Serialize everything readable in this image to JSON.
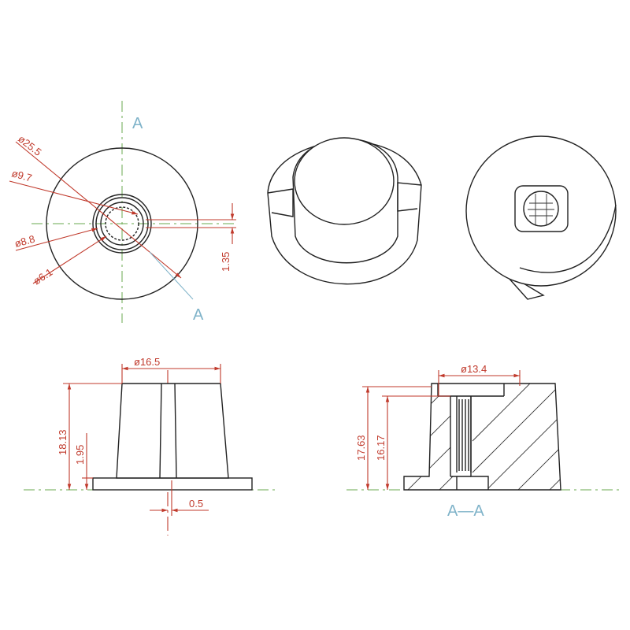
{
  "colors": {
    "outline": "#222222",
    "dimension": "#c0392b",
    "centerline": "#6aa84f",
    "section_mark": "#7fb3c9"
  },
  "front_view": {
    "section_label_top": "A",
    "section_label_bottom": "A",
    "dimensions": {
      "outer_diameter": "ø25.5",
      "ring_diameter": "ø9.7",
      "bore_diameter": "ø8.8",
      "spline_diameter": "ø6.1",
      "slot_width": "1.35"
    }
  },
  "side_view": {
    "dimensions": {
      "top_diameter": "ø16.5",
      "height": "18.13",
      "flange_height": "1.95",
      "slot_width": "0.5"
    }
  },
  "section_view": {
    "title": "A—A",
    "dimensions": {
      "bore_diameter": "ø13.4",
      "total_height": "17.63",
      "bore_depth": "16.17"
    }
  }
}
